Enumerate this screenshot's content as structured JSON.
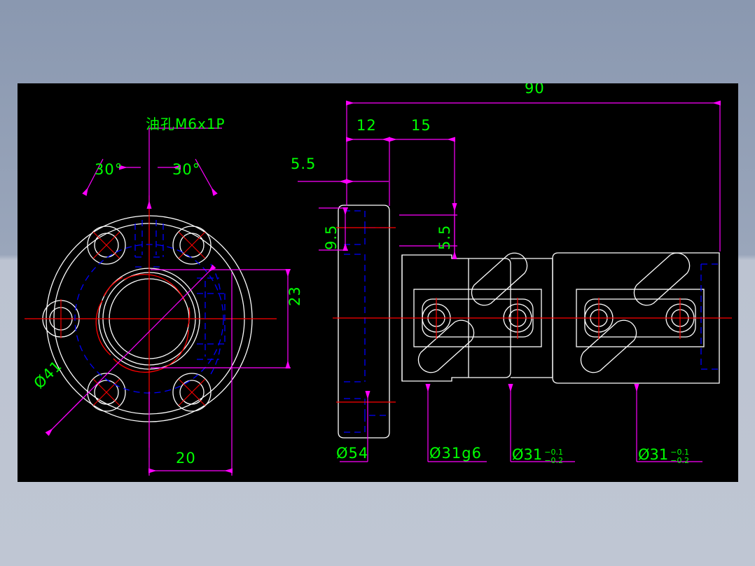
{
  "app": {
    "background_color": "#9aa6bb",
    "canvas_color": "#000000"
  },
  "colors": {
    "outline": "#ffffff",
    "dimension": "#ff00ff",
    "text": "#00ff00",
    "centerline": "#ff0000",
    "hidden": "#0000ff"
  },
  "drawing": {
    "title_note": "油孔M6x1P",
    "front_view": {
      "angle_left": "30°",
      "angle_right": "30°",
      "pitch_circle": "Ø41",
      "height_dim": "23",
      "width_dim": "20"
    },
    "side_view": {
      "overall_length": "90",
      "seg_a": "12",
      "seg_b": "15",
      "offset_left": "5.5",
      "flange_thickness": "9.5",
      "step_height": "5.5",
      "dia_flange": "Ø54",
      "dia_shaft_fit": "Ø31g6",
      "dia_mid": "Ø31",
      "dia_mid_upper_tol": "−0.1",
      "dia_mid_lower_tol": "−0.2",
      "dia_right": "Ø31",
      "dia_right_upper_tol": "−0.1",
      "dia_right_lower_tol": "−0.2"
    }
  }
}
